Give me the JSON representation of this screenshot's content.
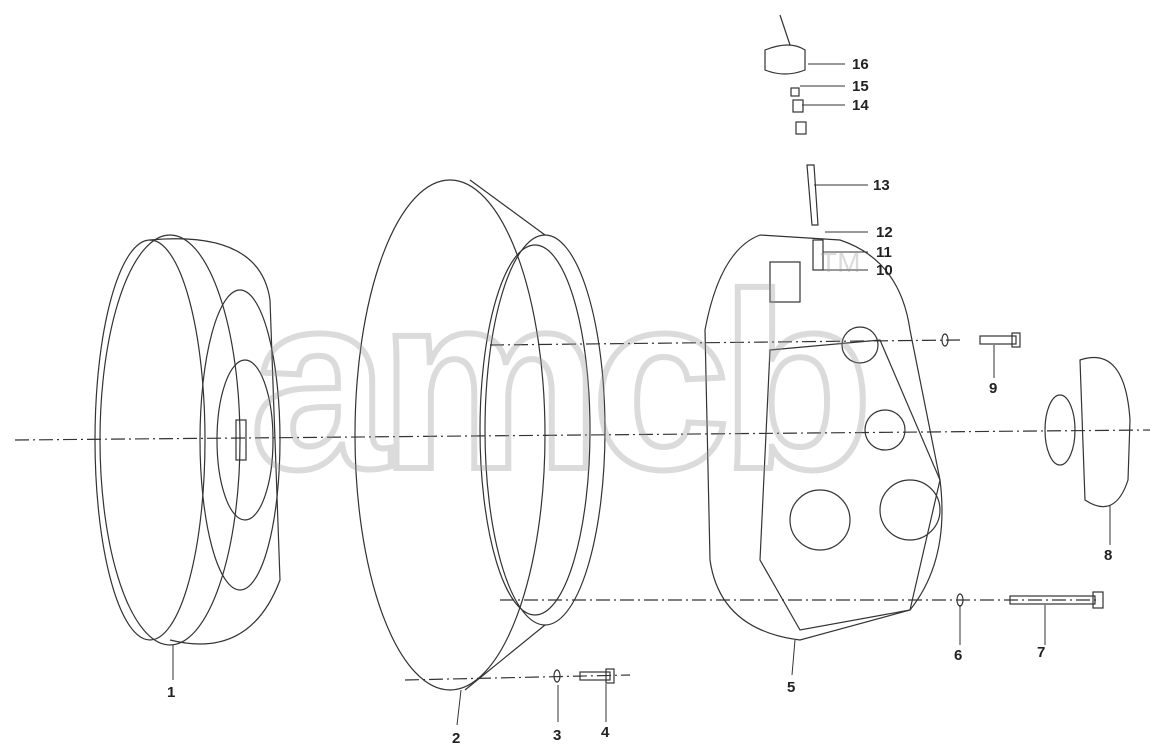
{
  "diagram": {
    "callouts": [
      {
        "id": "1",
        "label": "1"
      },
      {
        "id": "2",
        "label": "2"
      },
      {
        "id": "3",
        "label": "3"
      },
      {
        "id": "4",
        "label": "4"
      },
      {
        "id": "5",
        "label": "5"
      },
      {
        "id": "6",
        "label": "6"
      },
      {
        "id": "7",
        "label": "7"
      },
      {
        "id": "8",
        "label": "8"
      },
      {
        "id": "9",
        "label": "9"
      },
      {
        "id": "10",
        "label": "10"
      },
      {
        "id": "11",
        "label": "11"
      },
      {
        "id": "12",
        "label": "12"
      },
      {
        "id": "13",
        "label": "13"
      },
      {
        "id": "14",
        "label": "14"
      },
      {
        "id": "15",
        "label": "15"
      },
      {
        "id": "16",
        "label": "16"
      }
    ],
    "watermark": {
      "text": "amcb",
      "mark": "TM"
    },
    "line_color": "#333333",
    "watermark_color": "#bbbbbb"
  }
}
